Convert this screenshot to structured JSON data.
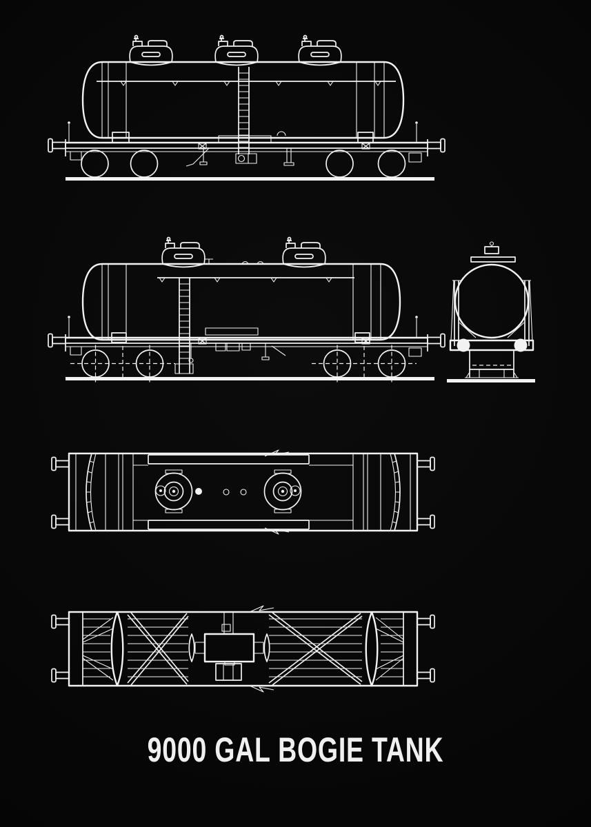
{
  "poster": {
    "title": "9000 GAL BOGIE TANK",
    "background_color": "#070707",
    "line_color": "#f2f2f2"
  },
  "views": {
    "view1": "side-elevation-three-domes",
    "view2": "side-elevation-two-domes",
    "view3": "end-elevation",
    "view4": "top-plan",
    "view5": "underframe-plan"
  }
}
